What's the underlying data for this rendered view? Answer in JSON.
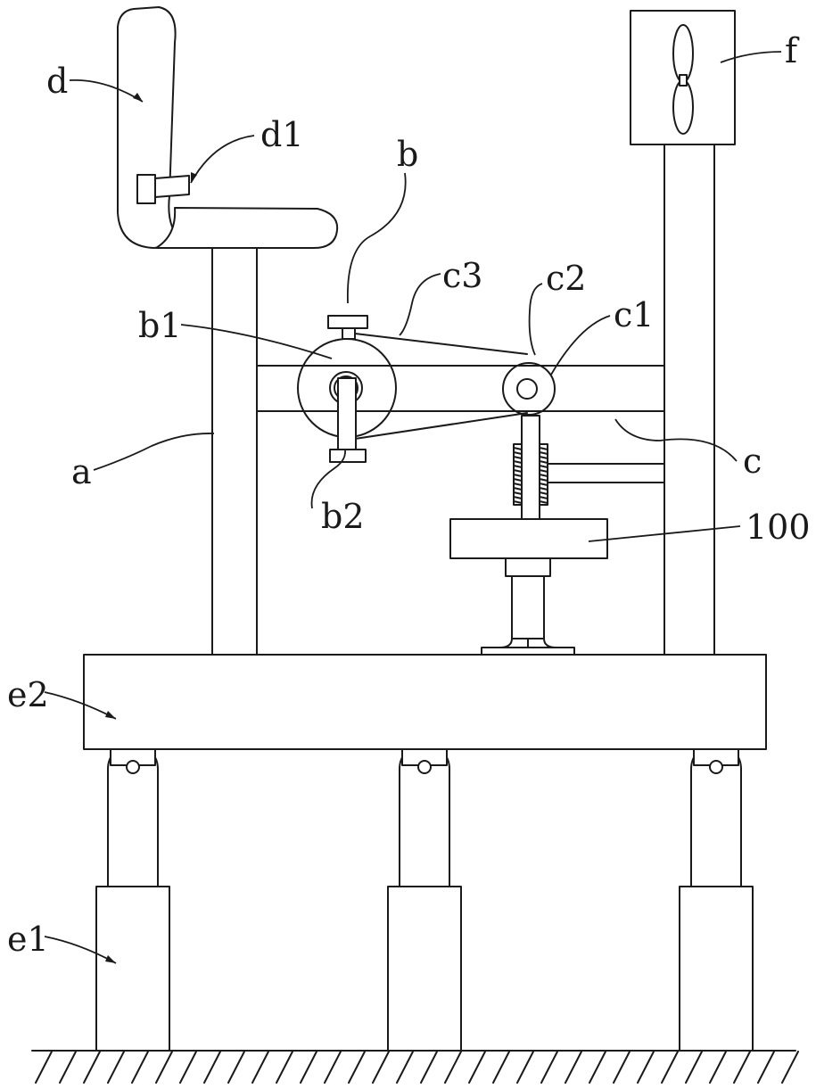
{
  "labels": {
    "a": "a",
    "b": "b",
    "b1": "b1",
    "b2": "b2",
    "c": "c",
    "c1": "c1",
    "c2": "c2",
    "c3": "c3",
    "d": "d",
    "d1": "d1",
    "e1": "e1",
    "e2": "e2",
    "f": "f",
    "n100": "100"
  }
}
